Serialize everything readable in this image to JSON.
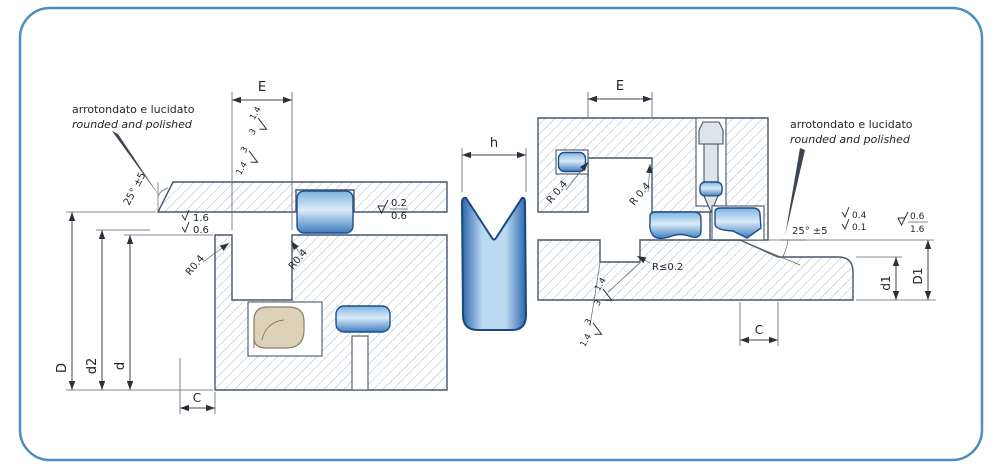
{
  "colors": {
    "frame_border": "#4a8fbe",
    "seal_blue_dark": "#1c4e8a",
    "seal_blue": "#4a86c8",
    "seal_blue_light": "#d9ebf9",
    "hatch_line": "#a9b8c6",
    "part_outline": "#46566b",
    "dimension": "#3c4450",
    "guide_beige": "#ddd2b8"
  },
  "left": {
    "note1": "arrotondato e lucidato",
    "note2": "rounded and polished",
    "angle": "25° ±5",
    "E": "E",
    "rough1a": "3",
    "rough1b": "1.4",
    "rough2a": "1.4",
    "rough2b": "3",
    "fin1top": "1.6",
    "fin1bot": "0.6",
    "r1": "R0.4",
    "r2": "R0.4",
    "fin2top": "0.2",
    "fin2bot": "0.6",
    "D": "D",
    "d2": "d2",
    "d": "d",
    "C": "C"
  },
  "middle": {
    "h": "h"
  },
  "right": {
    "E": "E",
    "r1": "R 0.4",
    "r2": "R 0.4",
    "note1": "arrotondato e lucidato",
    "note2": "rounded and polished",
    "angle": "25° ±5",
    "rmax": "R≤0.2",
    "rough1a": "3",
    "rough1b": "1.4",
    "rough2a": "1.4",
    "rough2b": "3",
    "fin1top": "0.4",
    "fin1bot": "0.1",
    "fin2top": "0.6",
    "fin2bot": "1.6",
    "d1": "d1",
    "D1": "D1",
    "C": "C"
  }
}
